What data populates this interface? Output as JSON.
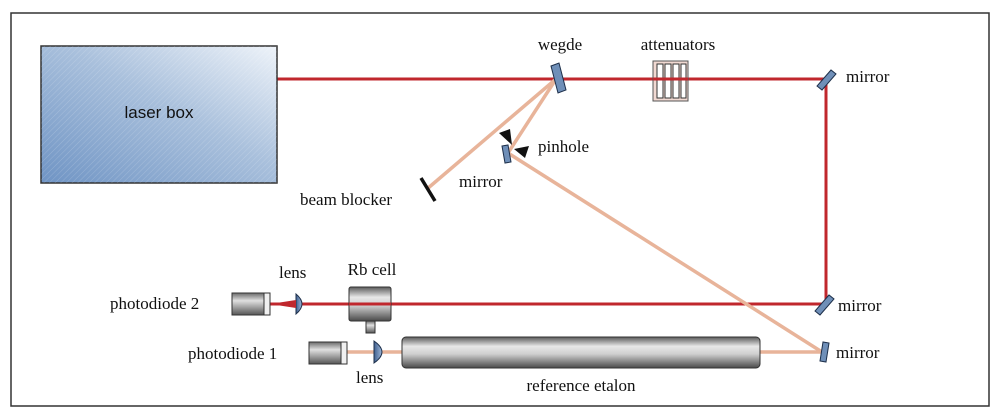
{
  "labels": {
    "laser_box": "laser box",
    "wedge": "wegde",
    "attenuators": "attenuators",
    "mirror_top_right": "mirror",
    "pinhole": "pinhole",
    "mirror_pinhole": "mirror",
    "beam_blocker": "beam blocker",
    "lens_top": "lens",
    "rb_cell": "Rb cell",
    "photodiode_2": "photodiode 2",
    "mirror_middle_right": "mirror",
    "photodiode_1": "photodiode 1",
    "lens_bottom": "lens",
    "reference_etalon": "reference etalon",
    "mirror_bottom_right": "mirror"
  },
  "colors": {
    "main_beam": "#c0272d",
    "reflected_beam": "#e8b49a",
    "mirror_fill": "#6f8fb8",
    "laser_box_light": "#dce6f2",
    "laser_box_dark": "#7b9cc7",
    "frame": "#333333"
  }
}
